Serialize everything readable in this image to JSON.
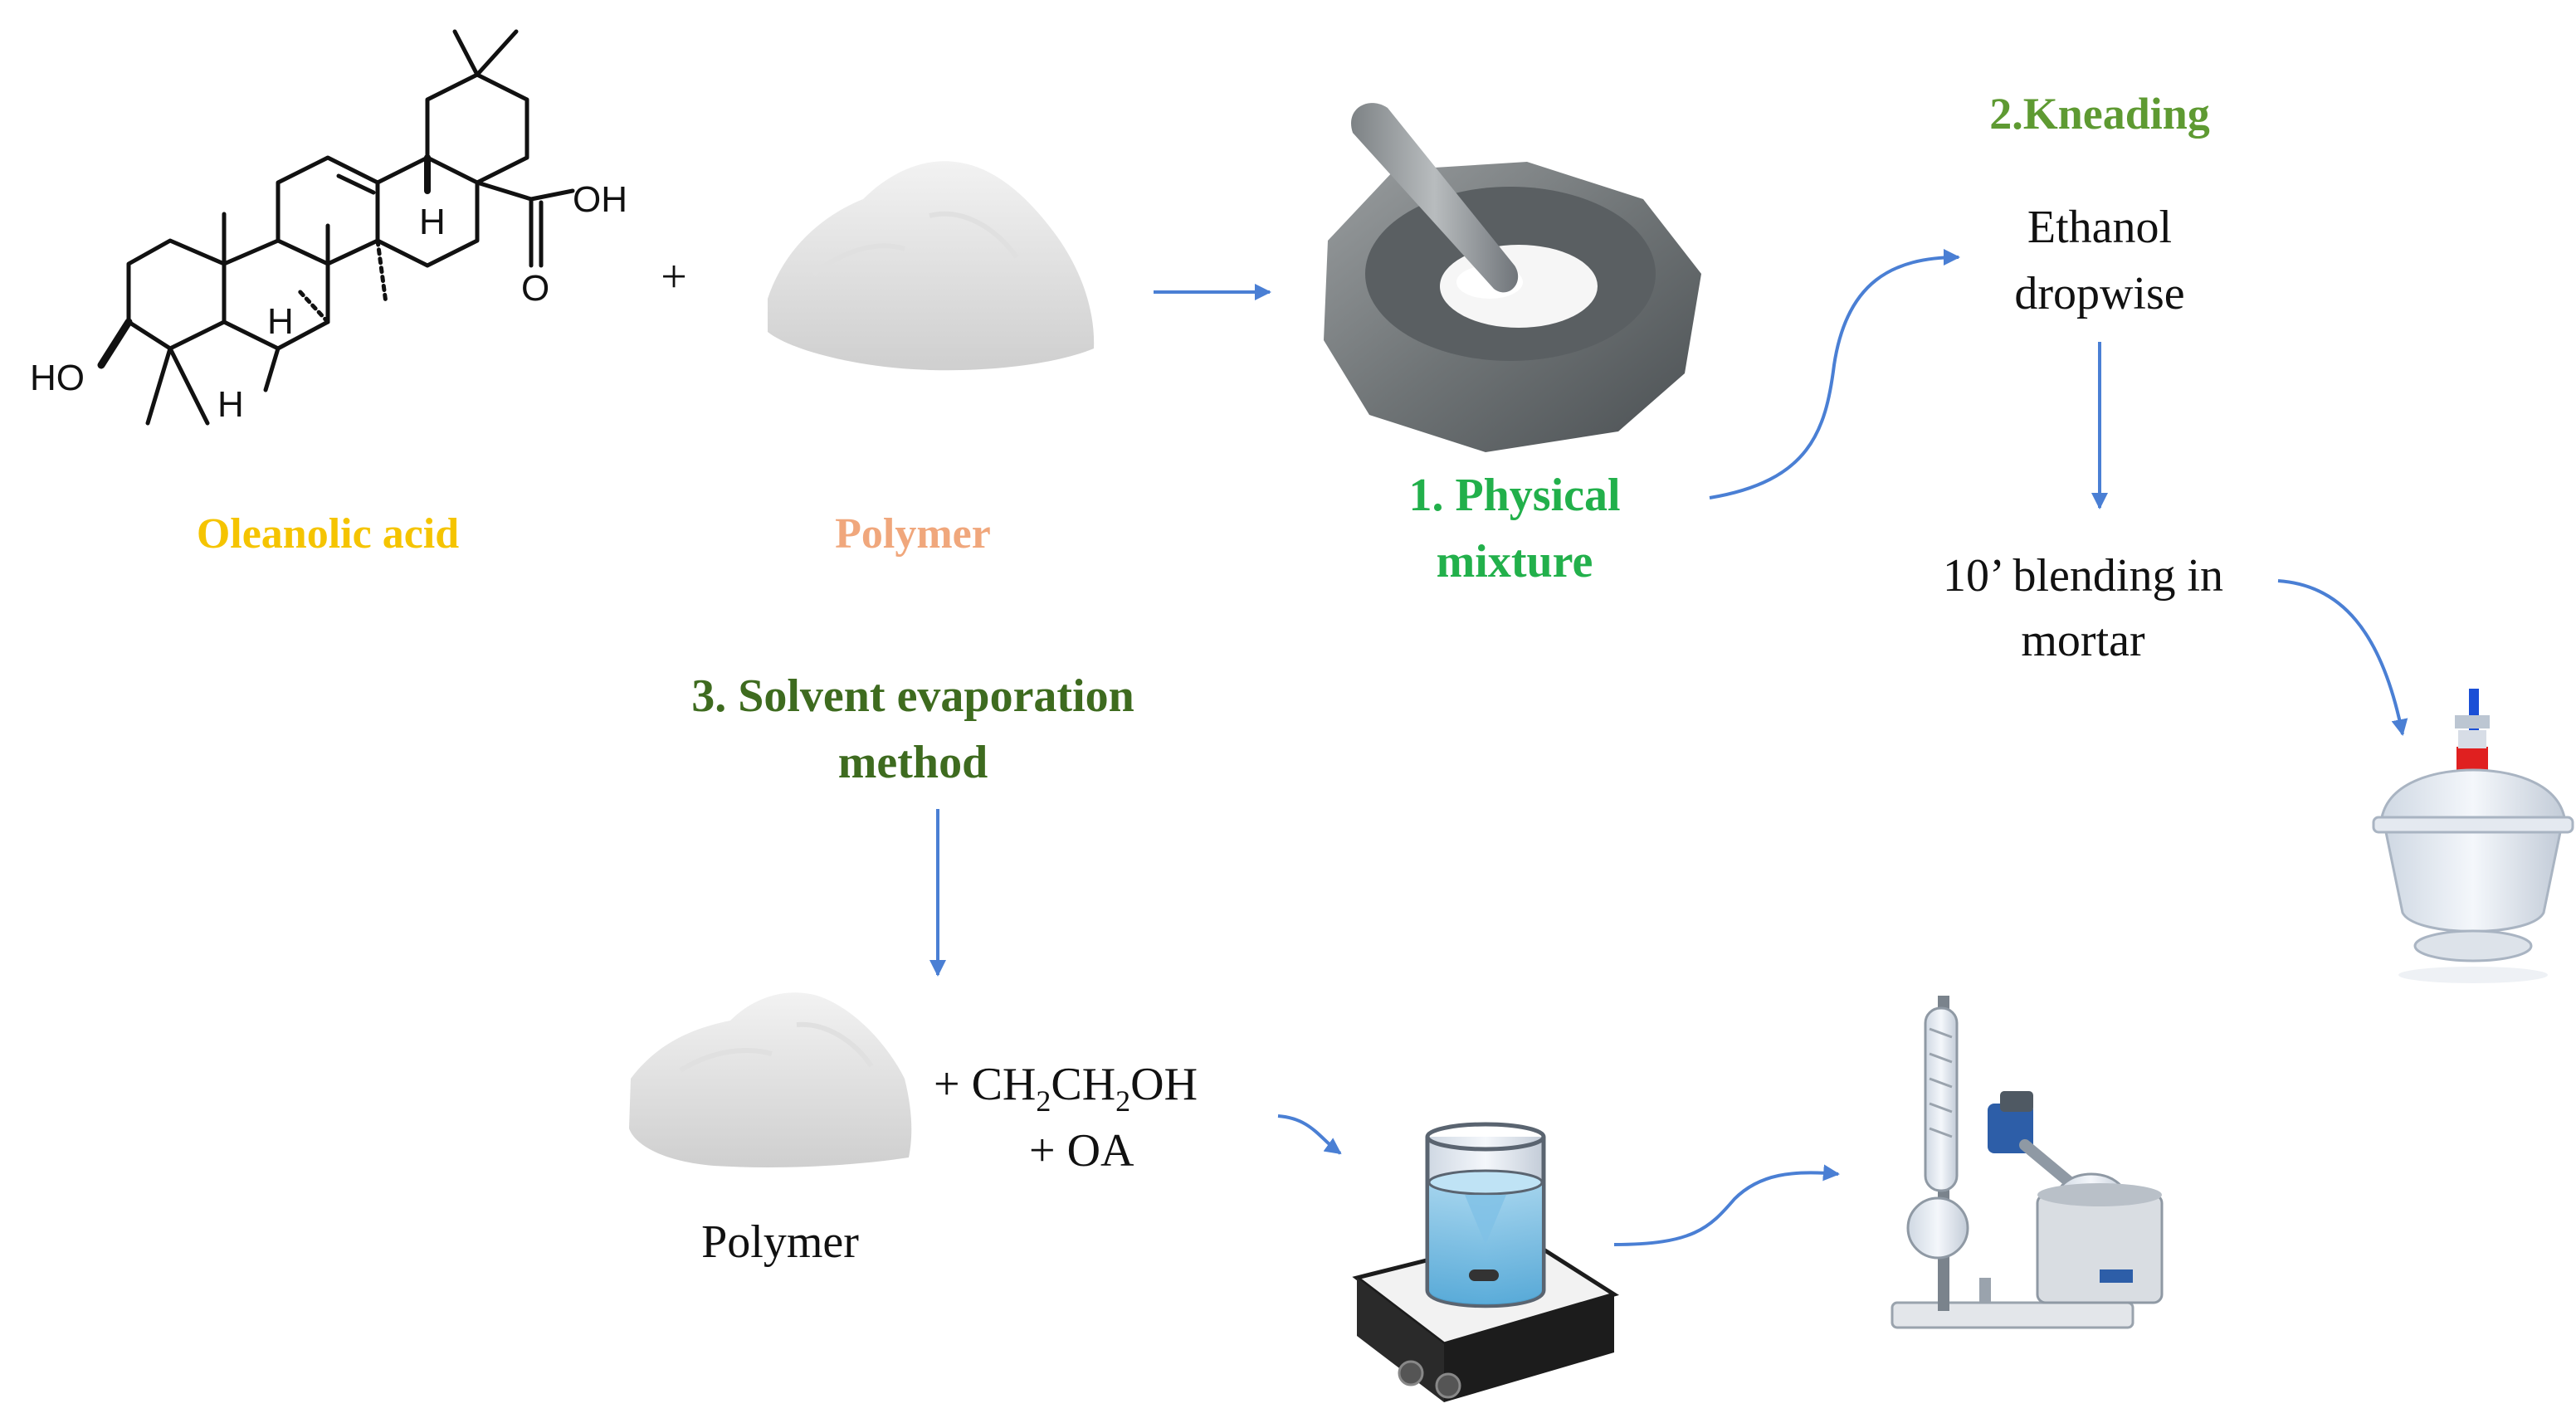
{
  "labels": {
    "oleanolic_acid": "Oleanolic  acid",
    "polymer_top": "Polymer",
    "physical_mixture_line1": "1. Physical",
    "physical_mixture_line2": "mixture",
    "kneading_title": "2.Kneading",
    "ethanol_line1": "Ethanol",
    "ethanol_line2": "dropwise",
    "blending_line1": "10’ blending  in",
    "blending_line2": "mortar",
    "solvent_line1": "3. Solvent evaporation",
    "solvent_line2": "method",
    "polymer_bottom": "Polymer",
    "plus_sign": "+",
    "reagents_line2": "+ OA",
    "formula": {
      "p1": "+ CH",
      "s1": "2",
      "p2": "CH",
      "s2": "2",
      "p3": "OH"
    }
  },
  "molecule": {
    "atoms": {
      "hydroxyl": "HO",
      "acid_oh": "OH",
      "carbonyl_o": "O",
      "h_top": "H",
      "h_middle": "H",
      "h_bottom": "H"
    }
  },
  "colors": {
    "oleanolic_acid": "#f5c400",
    "polymer_top": "#f0a77c",
    "physical_mixture": "#22b04b",
    "kneading": "#5e9a32",
    "solvent_evaporation": "#3e6b1f",
    "arrows": "#4a7fd4",
    "text": "#111111"
  }
}
